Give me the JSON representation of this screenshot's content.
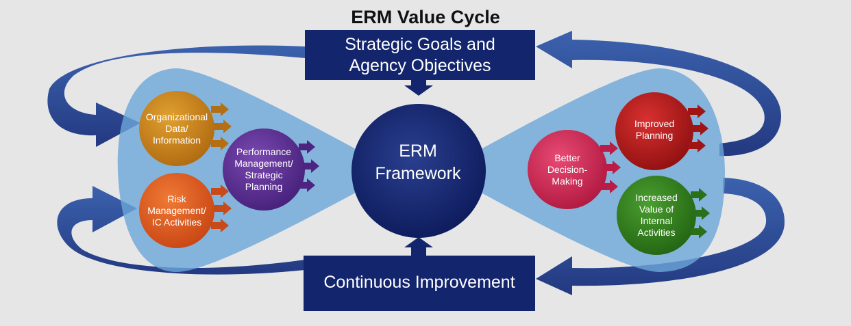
{
  "title": "ERM Value Cycle",
  "top_box": {
    "lines": [
      "Strategic Goals and",
      "Agency Objectives"
    ]
  },
  "bottom_box": {
    "lines": [
      "Continuous Improvement"
    ]
  },
  "center": {
    "lines": [
      "ERM",
      "Framework"
    ]
  },
  "left_circles": [
    {
      "lines": [
        "Organizational",
        "Data/",
        "Information"
      ],
      "color": "#c27a12"
    },
    {
      "lines": [
        "Risk",
        "Management/",
        "IC Activities"
      ],
      "color": "#d9531c"
    },
    {
      "lines": [
        "Performance",
        "Management/",
        "Strategic",
        "Planning"
      ],
      "color": "#5a2a8c"
    }
  ],
  "right_circles": [
    {
      "lines": [
        "Better",
        "Decision-",
        "Making"
      ],
      "color": "#c8234f"
    },
    {
      "lines": [
        "Improved",
        "Planning"
      ],
      "color": "#b01818"
    },
    {
      "lines": [
        "Increased",
        "Value of",
        "Internal",
        "Activities"
      ],
      "color": "#2e7d1e"
    }
  ],
  "colors": {
    "navy": "#13256d",
    "background": "#e6e6e7",
    "wedge": "#6ca6d8"
  }
}
